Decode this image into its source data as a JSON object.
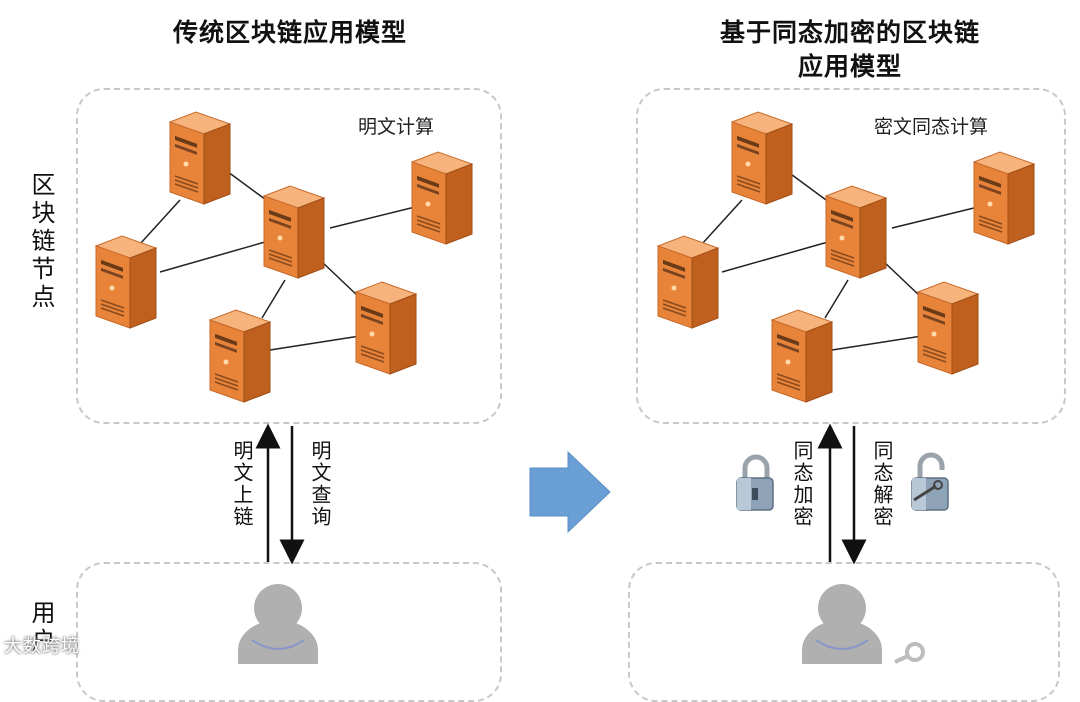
{
  "left": {
    "title": "传统区块链应用模型",
    "panel_label": "明文计算",
    "up_label": "明文上链",
    "down_label": "明文查询"
  },
  "right": {
    "title_line1": "基于同态加密的区块链",
    "title_line2": "应用模型",
    "panel_label": "密文同态计算",
    "up_label": "同态加密",
    "down_label": "同态解密"
  },
  "side_labels": {
    "nodes": "区块链节点",
    "user": "用户"
  },
  "watermark": "大数跨境",
  "colors": {
    "server_front": "#e8843a",
    "server_side": "#c0601e",
    "server_top": "#f6b37c",
    "arrow_blue": "#6a9fd6",
    "dashed_border": "#c8c8c8"
  },
  "icons": [
    "server-icon",
    "padlock-closed-icon",
    "padlock-open-icon",
    "user-avatar-icon",
    "key-icon",
    "transition-arrow-icon"
  ]
}
